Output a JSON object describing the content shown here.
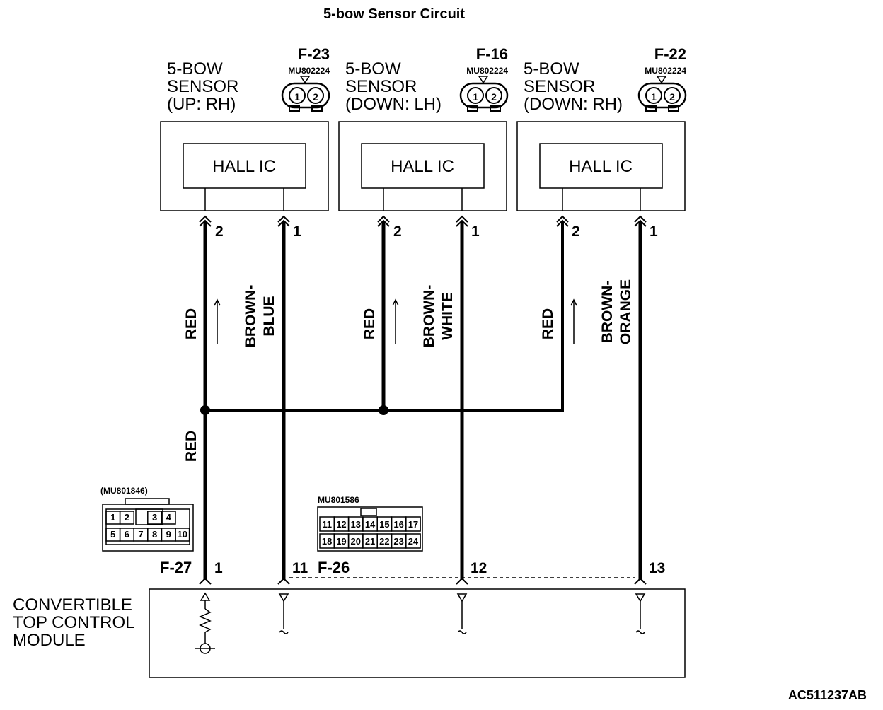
{
  "title": "5-bow Sensor Circuit",
  "sensors": [
    {
      "name_lines": [
        "5-BOW",
        "SENSOR",
        "(UP: RH)"
      ],
      "connector": "F-23",
      "part": "MU802224",
      "ic": "HALL IC",
      "pins": [
        "2",
        "1"
      ],
      "wire_left": "RED",
      "wire_right": [
        "BROWN-",
        "BLUE"
      ]
    },
    {
      "name_lines": [
        "5-BOW",
        "SENSOR",
        "(DOWN: LH)"
      ],
      "connector": "F-16",
      "part": "MU802224",
      "ic": "HALL IC",
      "pins": [
        "2",
        "1"
      ],
      "wire_left": "RED",
      "wire_right": [
        "BROWN-",
        "WHITE"
      ]
    },
    {
      "name_lines": [
        "5-BOW",
        "SENSOR",
        "(DOWN: RH)"
      ],
      "connector": "F-22",
      "part": "MU802224",
      "ic": "HALL IC",
      "pins": [
        "2",
        "1"
      ],
      "wire_left": "RED",
      "wire_right": [
        "BROWN-",
        "ORANGE"
      ]
    }
  ],
  "sensor_connector_pins": [
    "1",
    "2"
  ],
  "common_wire": "RED",
  "connector_f27": {
    "part": "(MU801846)",
    "name": "F-27",
    "pin": "1",
    "row1": [
      "1",
      "2",
      "",
      "3",
      "4"
    ],
    "row2": [
      "5",
      "6",
      "7",
      "8",
      "9",
      "10"
    ]
  },
  "connector_f26": {
    "part": "MU801586",
    "name": "F-26",
    "pins": [
      "11",
      "12",
      "13"
    ],
    "row1": [
      "11",
      "12",
      "13",
      "14",
      "15",
      "16",
      "17"
    ],
    "row2": [
      "18",
      "19",
      "20",
      "21",
      "22",
      "23",
      "24"
    ]
  },
  "module_lines": [
    "CONVERTIBLE",
    "TOP CONTROL",
    "MODULE"
  ],
  "figure_code": "AC511237AB"
}
